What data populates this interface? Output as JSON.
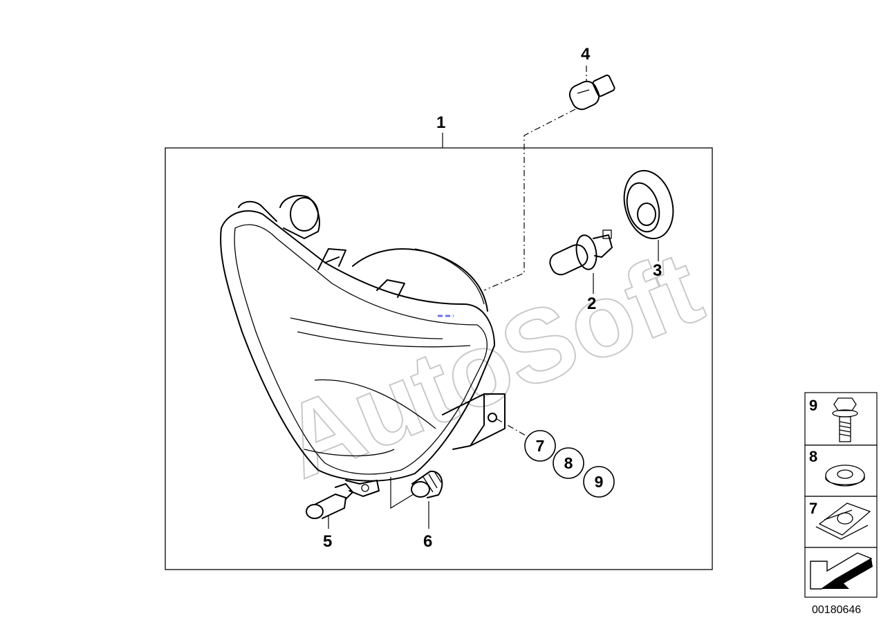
{
  "diagram": {
    "watermark": "AutoSoft",
    "diagram_id": "00180646",
    "callouts": {
      "p1": "1",
      "p2": "2",
      "p3": "3",
      "p4": "4",
      "p5": "5",
      "p6": "6"
    },
    "circled_refs": [
      "7",
      "8",
      "9"
    ],
    "legend": {
      "items": [
        {
          "label": "9",
          "icon": "hex-flange-bolt-icon"
        },
        {
          "label": "8",
          "icon": "washer-icon"
        },
        {
          "label": "7",
          "icon": "clip-nut-icon"
        }
      ],
      "last_icon": "continuation-arrow-icon"
    }
  }
}
